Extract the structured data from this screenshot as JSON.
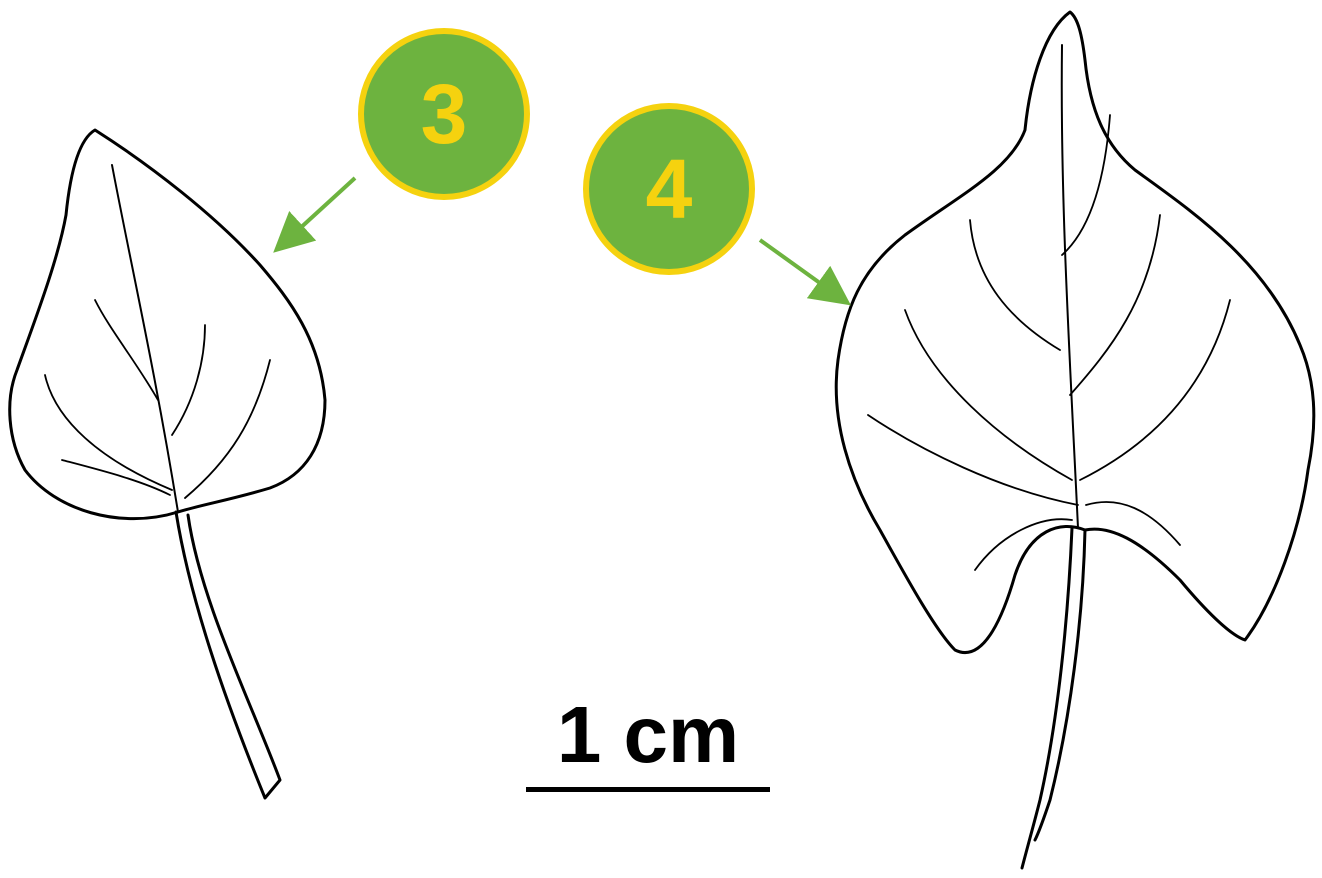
{
  "labels": {
    "leaf_left": "3",
    "leaf_right": "4"
  },
  "scale_bar": {
    "label": "1 cm"
  },
  "colors": {
    "badge_fill": "#6db33f",
    "badge_border": "#f5d20f",
    "badge_text": "#f5d20f",
    "arrow": "#6db33f",
    "outline": "#000000"
  }
}
